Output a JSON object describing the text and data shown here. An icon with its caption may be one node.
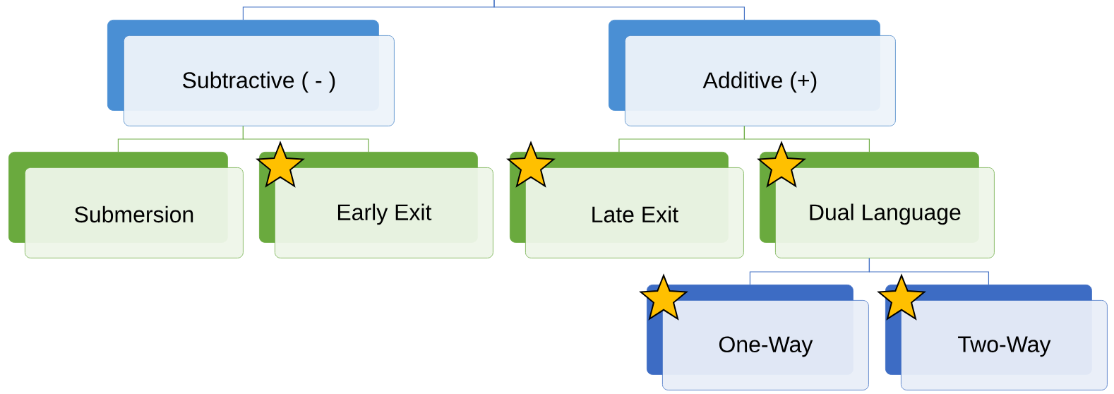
{
  "diagram": {
    "nodes": [
      {
        "text": [
          "Subtractive ( - )"
        ]
      },
      {
        "text": [
          "Additive (+)"
        ]
      },
      {
        "text": [
          "Submersion"
        ]
      },
      {
        "text": [
          "Early Exit"
        ]
      },
      {
        "text": [
          "Late Exit"
        ]
      },
      {
        "text": [
          "Dual Language"
        ]
      },
      {
        "text": [
          "One-Way"
        ]
      },
      {
        "text": [
          "Two-Way"
        ]
      }
    ],
    "edges": [
      {
        "from": null,
        "to": 0,
        "arrow": "none"
      },
      {
        "from": null,
        "to": 1,
        "arrow": "none"
      },
      {
        "from": 0,
        "to": 2,
        "arrow": "none",
        "color": "#70ad47"
      },
      {
        "from": 0,
        "to": 3,
        "arrow": "none",
        "color": "#70ad47"
      },
      {
        "from": 1,
        "to": 4,
        "arrow": "none",
        "color": "#70ad47"
      },
      {
        "from": 1,
        "to": 5,
        "arrow": "none",
        "color": "#70ad47"
      },
      {
        "from": 5,
        "to": 6,
        "arrow": "none"
      },
      {
        "from": 5,
        "to": 7,
        "arrow": "none"
      }
    ]
  }
}
